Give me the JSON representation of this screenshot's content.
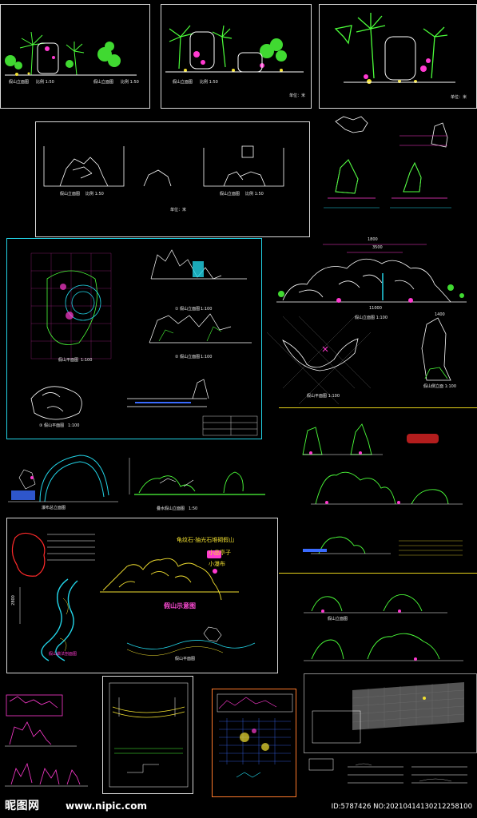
{
  "sheets": {
    "a1": {
      "title": "假山立面图",
      "scale": "比例 1:50"
    },
    "a2": {
      "title": "假山立面图",
      "scale": "比例 1:50",
      "unit": "单位：米"
    },
    "a3": {
      "title": "",
      "unit": "单位：米"
    },
    "b1": {
      "left_title": "假山立面图",
      "left_scale": "比例 1:50",
      "right_title": "假山立面图",
      "right_scale": "比例 1:50",
      "unit": "单位：米"
    },
    "c_plan": {
      "title": "假山平面图",
      "scale": "1:100"
    },
    "c_elev1": {
      "title": "①  假山立面图",
      "scale": "1:100"
    },
    "c_elev2": {
      "title": "②  假山立面图",
      "scale": "1:100"
    },
    "c_small": {
      "title": "③  假山平面图",
      "scale": "1:100"
    },
    "d_dims": {
      "top": "1800",
      "mid": "3500",
      "bottom": "11000",
      "right": "1400"
    },
    "d_labels": {
      "plan": "假山平面图 1:100",
      "elev": "假山立面图 1:100",
      "side": "假山侧立面 1:100"
    },
    "e_title": "瀑布总立面图",
    "f": {
      "title": "叠水假山立面图",
      "scale": "1:50"
    },
    "g": {
      "stone_label": "龟纹石·抽光石堆砌假山",
      "label_pavilion": "小品亭子",
      "label_waterfall": "小瀑布",
      "main_title": "假山示意图",
      "dim": "2800",
      "section_label": "假山做法剖面图",
      "plan_label": "假山平面图"
    },
    "h": {
      "label": "假山立面图"
    },
    "watermark": {
      "brand": "昵图网",
      "site": "www.nipic.com",
      "id": "ID:5787426 NO:20210414130212258100"
    }
  },
  "colors": {
    "green": "#4cff3a",
    "cyan": "#22d3e6",
    "magenta": "#ff3ad0",
    "yellow": "#f2e030",
    "white": "#f0f0f0",
    "red": "#ff2a2a",
    "blue": "#3a6bff"
  }
}
